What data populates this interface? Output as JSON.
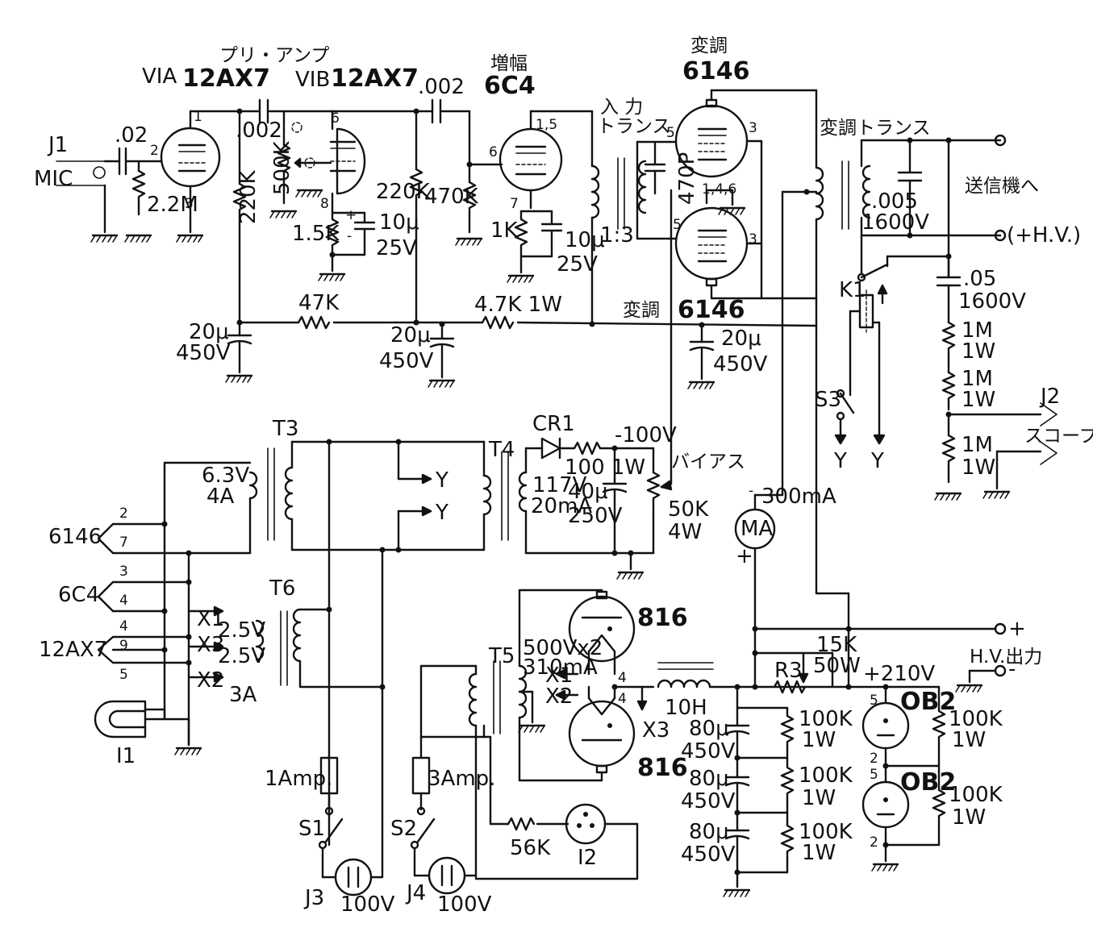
{
  "title_preamp": "プリ・アンプ",
  "tubes": {
    "v1a_label": "VIA",
    "v1a_type": "12AX7",
    "v1b_label": "VIB",
    "v1b_type": "12AX7",
    "amp_title": "増幅",
    "amp_type": "6C4",
    "mod_title": "変調",
    "mod_type": "6146",
    "mod2_title": "変調",
    "mod2_type": "6146",
    "rect_a": "816",
    "rect_b": "816",
    "vr1": "OB2",
    "vr2": "OB2"
  },
  "transformers": {
    "input_label_1": "入 力",
    "input_label_2": "トランス",
    "input_ratio": "1:3",
    "mod_label": "変調トランス",
    "t3": "T3",
    "t4": "T4",
    "t5": "T5",
    "t6": "T6"
  },
  "labels": {
    "j1": "J1",
    "mic": "MIC",
    "to_tx": "送信機へ",
    "hv_plus_in": "(+H.V.)",
    "k1": "K1",
    "s3": "S3",
    "y": "Y",
    "j2": "J2",
    "scope": "スコープ",
    "bias": "バイアス",
    "minus100": "-100V",
    "cr1": "CR1",
    "ma": "MA",
    "ma_range": "300mA",
    "hv_out": "H.V.出力",
    "plus210": "+210V",
    "r3": "R3",
    "choke": "10H",
    "heater_6146": "6146",
    "heater_6c4": "6C4",
    "heater_12ax7": "12AX7",
    "x1": "X1",
    "x2": "X2",
    "x3": "X3",
    "i1": "I1",
    "i2": "I2",
    "s1": "S1",
    "s2": "S2",
    "j3": "J3",
    "j4": "J4",
    "fuse1": "1Amp.",
    "fuse2": "3Amp.",
    "ac1": "100V",
    "ac2": "100V",
    "t3_sec": "6.3V",
    "t3_cur": "4A",
    "t4_sec": "117V",
    "t4_cur": "20mA",
    "t5_sec": "500Vx2",
    "t5_cur": "310mA",
    "t6_sec1": "2.5V",
    "t6_sec2": "2.5V",
    "t6_cur": "3A"
  },
  "components": {
    "c_in": ".02",
    "r_grid": "2.2M",
    "c_coup1": ".002",
    "pot1": "500K",
    "r_plate1": "220K",
    "r_cath1": "1.5K",
    "c_cath1a": "10μ",
    "c_cath1b": "25V",
    "c_coup2": ".002",
    "r_plate2": "220K",
    "r_grid2": "470K",
    "r_cath2": "1K",
    "c_cath2a": "10μ",
    "c_cath2b": "25V",
    "c_grid_mod": "470P",
    "pins_mod": "1,4,6",
    "r_dec1": "47K",
    "r_dec2": "4.7K 1W",
    "c_f1a": "20μ",
    "c_f1b": "450V",
    "c_f2a": "20μ",
    "c_f2b": "450V",
    "c_f3a": "20μ",
    "c_f3b": "450V",
    "c_mod_out_a": ".005",
    "c_mod_out_b": "1600V",
    "c_scope_a": ".05",
    "c_scope_b": "1600V",
    "r_sc1a": "1M",
    "r_sc1b": "1W",
    "r_sc2a": "1M",
    "r_sc2b": "1W",
    "r_sc3a": "1M",
    "r_sc3b": "1W",
    "r_bias": "100 1W",
    "c_bias_a": "40μ",
    "c_bias_b": "250V",
    "pot_bias_a": "50K",
    "pot_bias_b": "4W",
    "r_series_56k": "56K",
    "r3_val_a": "15K",
    "r3_val_b": "50W",
    "c_hv1a": "80μ",
    "c_hv1b": "450V",
    "c_hv2a": "80μ",
    "c_hv2b": "450V",
    "c_hv3a": "80μ",
    "c_hv3b": "450V",
    "r_hv1a": "100K",
    "r_hv1b": "1W",
    "r_hv2a": "100K",
    "r_hv2b": "1W",
    "r_hv3a": "100K",
    "r_hv3b": "1W",
    "r_vr1a": "100K",
    "r_vr1b": "1W",
    "r_vr2a": "100K",
    "r_vr2b": "1W"
  },
  "pins": {
    "p1": "1",
    "p2": "2",
    "p3": "3",
    "p6": "6",
    "p8": "8",
    "p6b": "6",
    "p15": "1,5",
    "p7": "7",
    "m5a": "5",
    "m3a": "3",
    "m5b": "5",
    "m3b": "3",
    "h2": "2",
    "h7": "7",
    "h3": "3",
    "h4": "4",
    "h4b": "4",
    "h9": "9",
    "h5": "5",
    "r4a": "4",
    "r4b": "4",
    "vr5a": "5",
    "vr2a": "2",
    "vr5b": "5",
    "vr2b": "2",
    "plus": "+",
    "minus": "-"
  }
}
